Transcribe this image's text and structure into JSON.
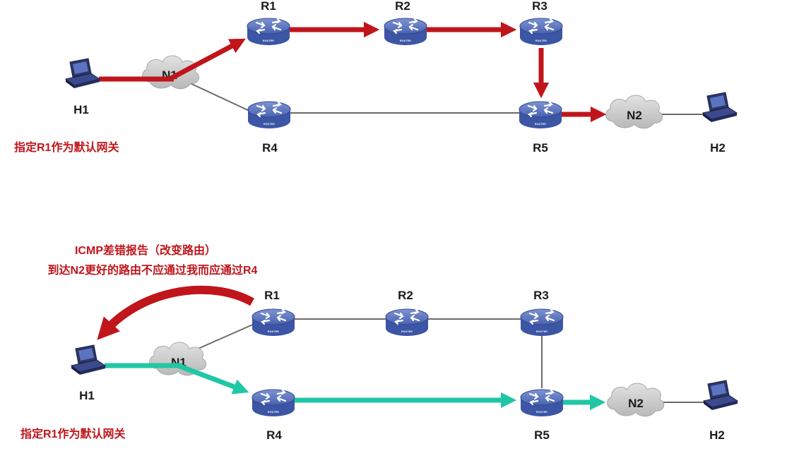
{
  "colors": {
    "red": "#c0151b",
    "teal": "#1fc7a5",
    "gray_link": "#6b6b6b",
    "router_top": "#6f86c9",
    "router_body": "#3f58a8",
    "cloud": "#c9c9c9"
  },
  "icons": {
    "router": "router-icon",
    "computer": "computer-icon",
    "cloud": "cloud-icon"
  },
  "router_badge": "ROUTER",
  "top": {
    "routers": {
      "r1": "R1",
      "r2": "R2",
      "r3": "R3",
      "r4": "R4",
      "r5": "R5"
    },
    "hosts": {
      "h1": "H1",
      "h2": "H2"
    },
    "networks": {
      "n1": "N1",
      "n2": "N2"
    },
    "note": "指定R1作为默认网关"
  },
  "bottom": {
    "routers": {
      "r1": "R1",
      "r2": "R2",
      "r3": "R3",
      "r4": "R4",
      "r5": "R5"
    },
    "hosts": {
      "h1": "H1",
      "h2": "H2"
    },
    "networks": {
      "n1": "N1",
      "n2": "N2"
    },
    "icmp_title": "ICMP差错报告（改变路由）",
    "icmp_detail": "到达N2更好的路由不应通过我而应通过R4",
    "note": "指定R1作为默认网关"
  }
}
